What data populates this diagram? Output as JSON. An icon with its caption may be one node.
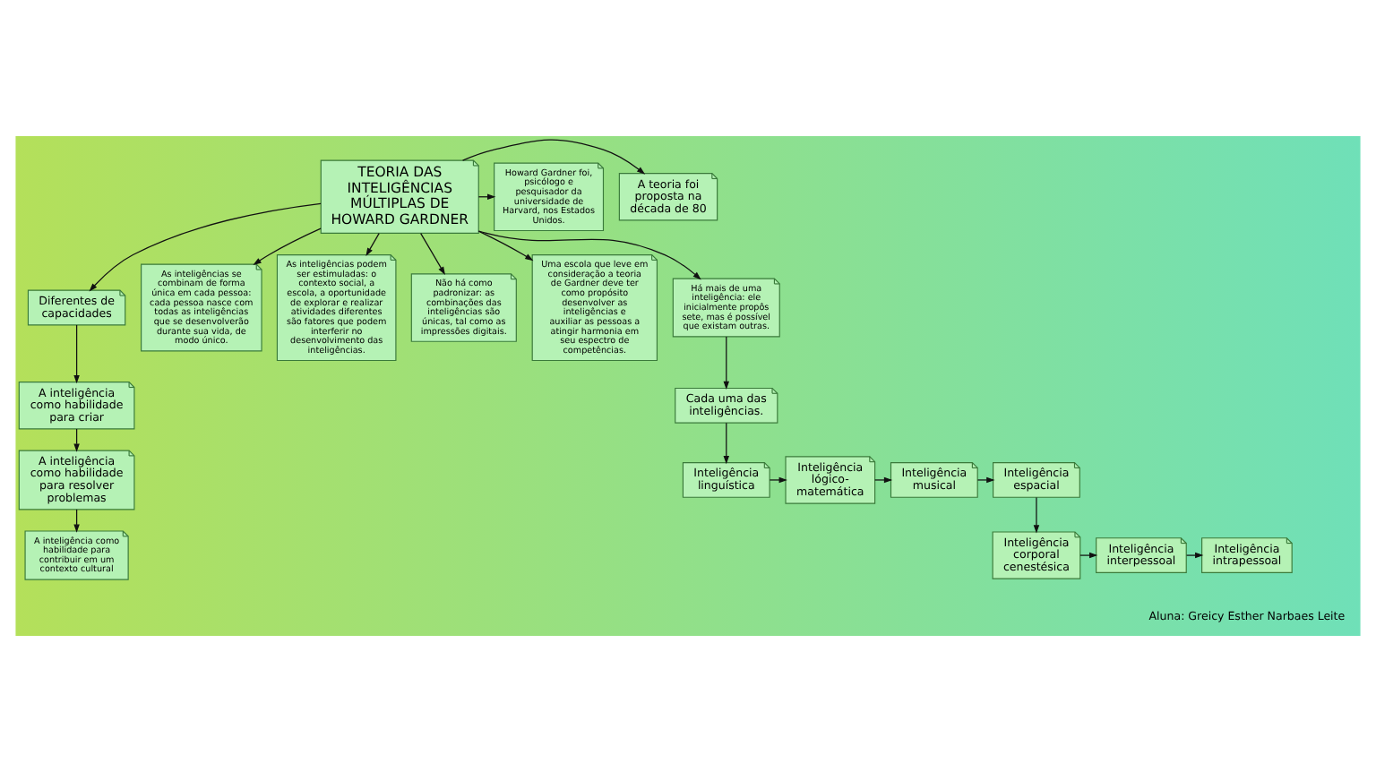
{
  "diagram": {
    "nodes": [
      {
        "text": [
          "TEORIA DAS INTELIGÊNCIAS MÚLTIPLAS DE HOWARD GARDNER"
        ]
      },
      {
        "text": [
          "A teoria foi proposta na década de 80"
        ]
      },
      {
        "text": [
          "Diferentes de capacidades"
        ]
      },
      {
        "text": [
          "A inteligência como habilidade para criar"
        ]
      },
      {
        "text": [
          "A inteligência como habilidade para resolver problemas"
        ]
      },
      {
        "text": [
          "A inteligência como habilidade para contribuir em um contexto cultural"
        ]
      },
      {
        "text": [
          "As inteligências se combinam de forma única em cada pessoa: cada pessoa nasce com todas as inteligências que se desenvolverão durante sua vida, de modo único."
        ]
      },
      {
        "text": [
          "As inteligências podem ser estimuladas: o contexto social, a escola, a oportunidade de explorar e realizar atividades diferentes são fatores que podem interferir no desenvolvimento das inteligências."
        ]
      },
      {
        "text": [
          "Não há como padronizar: as combinações das inteligências são únicas, tal como as impressões digitais."
        ]
      },
      {
        "text": [
          "Uma escola que leve em consideração a teoria de Gardner deve ter como propósito desenvolver as inteligências e auxiliar as pessoas a atingir harmonia em seu espectro de competências."
        ]
      },
      {
        "text": [
          "Howard Gardner foi, psicólogo e pesquisador da universidade de Harvard, nos Estados Unidos."
        ]
      },
      {
        "text": [
          "Há mais de uma inteligência: ele inicialmente propôs sete, mas é possível que existam outras."
        ]
      },
      {
        "text": [
          "Cada uma das inteligências."
        ]
      },
      {
        "text": [
          "Inteligência linguística"
        ]
      },
      {
        "text": [
          "Inteligência lógico-matemática"
        ]
      },
      {
        "text": [
          "Inteligência musical"
        ]
      },
      {
        "text": [
          "Inteligência espacial"
        ]
      },
      {
        "text": [
          "Inteligência corporal cenestésica"
        ]
      },
      {
        "text": [
          "Inteligência interpessoal"
        ]
      },
      {
        "text": [
          "Inteligência intrapessoal"
        ]
      }
    ],
    "edges": [
      {
        "from": 0,
        "to": 1,
        "arrow": "to"
      },
      {
        "from": 0,
        "to": 2,
        "arrow": "to"
      },
      {
        "from": 0,
        "to": 6,
        "arrow": "to"
      },
      {
        "from": 0,
        "to": 7,
        "arrow": "to"
      },
      {
        "from": 0,
        "to": 8,
        "arrow": "to"
      },
      {
        "from": 0,
        "to": 9,
        "arrow": "to"
      },
      {
        "from": 0,
        "to": 10,
        "arrow": "to"
      },
      {
        "from": 0,
        "to": 11,
        "arrow": "to"
      },
      {
        "from": 2,
        "to": 3,
        "arrow": "to"
      },
      {
        "from": 3,
        "to": 4,
        "arrow": "to"
      },
      {
        "from": 4,
        "to": 5,
        "arrow": "to"
      },
      {
        "from": 11,
        "to": 12,
        "arrow": "to"
      },
      {
        "from": 12,
        "to": 13,
        "arrow": "to"
      },
      {
        "from": 13,
        "to": 14,
        "arrow": "to"
      },
      {
        "from": 14,
        "to": 15,
        "arrow": "to"
      },
      {
        "from": 15,
        "to": 16,
        "arrow": "to"
      },
      {
        "from": 16,
        "to": 17,
        "arrow": "to"
      },
      {
        "from": 17,
        "to": 18,
        "arrow": "to"
      },
      {
        "from": 18,
        "to": 19,
        "arrow": "to"
      }
    ],
    "labels": [
      "Aluna: Greicy Esther Narbaes Leite"
    ]
  }
}
